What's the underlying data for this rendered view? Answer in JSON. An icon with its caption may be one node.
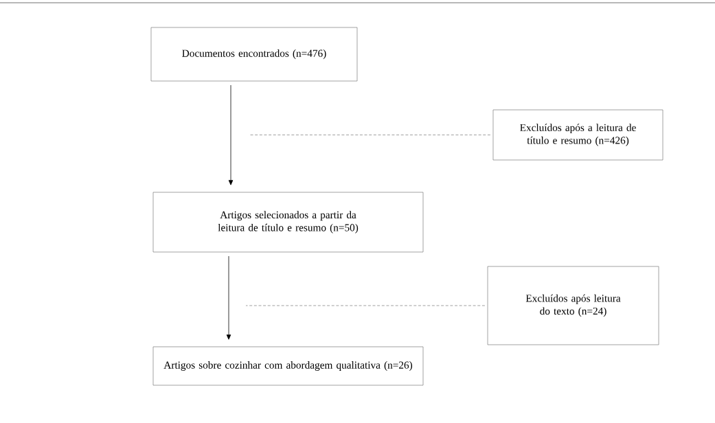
{
  "diagram": {
    "nodes": [
      {
        "text": [
          "Documentos encontrados (n=476)"
        ]
      },
      {
        "text": [
          "Excluídos após a leitura de título e resumo (n=426)"
        ]
      },
      {
        "text": [
          "Artigos selecionados a partir da leitura de título e resumo (n=50)"
        ]
      },
      {
        "text": [
          "Excluídos após leitura do texto (n=24)"
        ]
      },
      {
        "text": [
          "Artigos sobre cozinhar com abordagem qualitativa (n=26)"
        ]
      }
    ],
    "edges": [
      {
        "from": 0,
        "to": 2,
        "arrow": "to"
      },
      {
        "from": 1,
        "to": null,
        "arrow": "none",
        "style": "dashed"
      },
      {
        "from": 2,
        "to": 4,
        "arrow": "to"
      },
      {
        "from": 3,
        "to": null,
        "arrow": "none",
        "style": "dashed"
      }
    ]
  }
}
